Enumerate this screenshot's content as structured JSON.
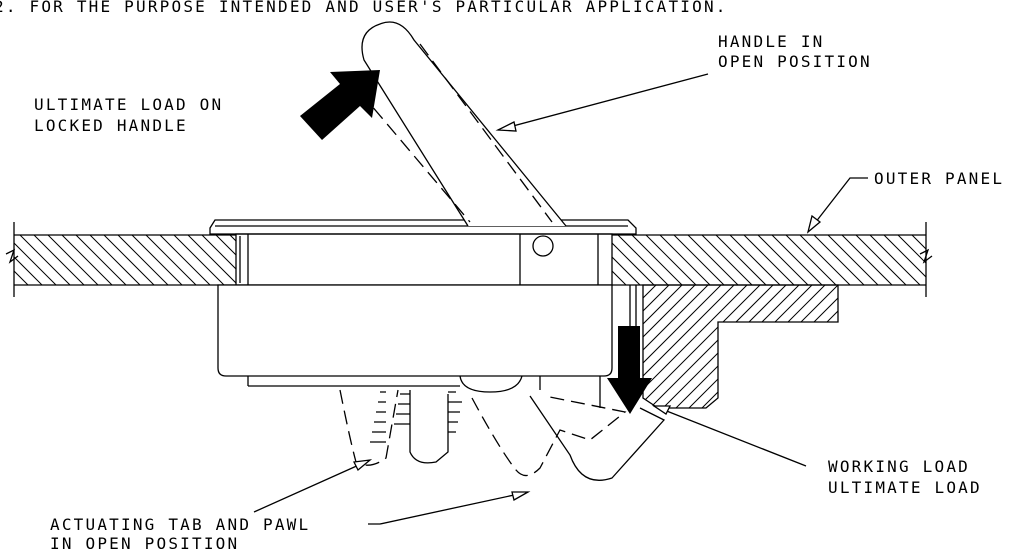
{
  "note_top": "2. FOR THE PURPOSE INTENDED AND USER'S PARTICULAR APPLICATION.",
  "labels": {
    "handle_open": [
      "HANDLE IN",
      "OPEN POSITION"
    ],
    "ultimate_load_handle": [
      "ULTIMATE LOAD ON",
      "LOCKED HANDLE"
    ],
    "outer_panel": "OUTER PANEL",
    "working_ultimate_load": [
      "WORKING LOAD",
      "ULTIMATE LOAD"
    ],
    "actuating_tab": [
      "ACTUATING TAB AND PAWL",
      "IN OPEN POSITION"
    ]
  }
}
